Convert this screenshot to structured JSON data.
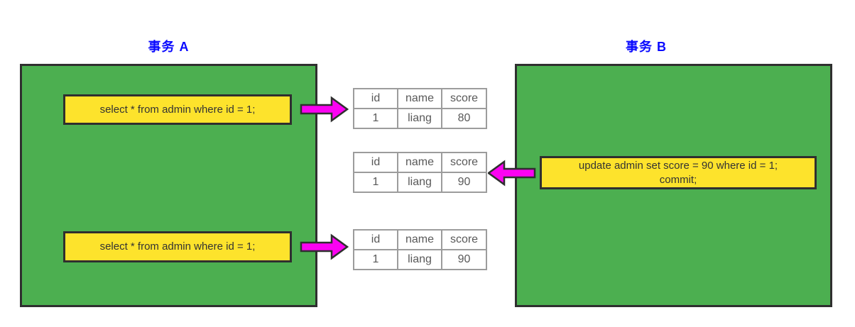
{
  "colors": {
    "box_green": "#4caf50",
    "box_border": "#2f2f2f",
    "sql_yellow": "#fde32c",
    "arrow_magenta": "#fb02f2",
    "title_blue": "#0909ff",
    "table_border": "#9c9c9c",
    "table_text": "#595959",
    "sql_text": "#333333"
  },
  "transaction_a": {
    "title": "事务 A",
    "queries": [
      "select * from admin where id = 1;",
      "select * from admin where id = 1;"
    ]
  },
  "transaction_b": {
    "title": "事务 B",
    "query_lines": [
      "update admin set score = 90 where id = 1;",
      "commit;"
    ]
  },
  "result_tables": [
    {
      "headers": [
        "id",
        "name",
        "score"
      ],
      "row": [
        "1",
        "liang",
        "80"
      ]
    },
    {
      "headers": [
        "id",
        "name",
        "score"
      ],
      "row": [
        "1",
        "liang",
        "90"
      ]
    },
    {
      "headers": [
        "id",
        "name",
        "score"
      ],
      "row": [
        "1",
        "liang",
        "90"
      ]
    }
  ]
}
